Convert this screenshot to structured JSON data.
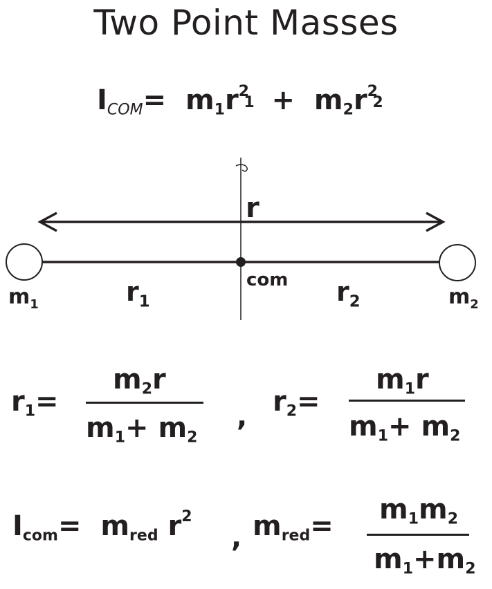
{
  "title": "Two Point Masses",
  "eq1": {
    "lhs": "I",
    "lhs_sub": "COM",
    "eq": "=",
    "t1": "m",
    "t1_sub": "1",
    "t1_r": "r",
    "t1_sup": "2",
    "t1_rsub": "1",
    "plus": "+",
    "t2": "m",
    "t2_sub": "2",
    "t2_r": "r",
    "t2_sup": "2",
    "t2_rsub": "2"
  },
  "diagram": {
    "r_label": "r",
    "com_label": "com",
    "m1": "m",
    "m1_sub": "1",
    "m2": "m",
    "m2_sub": "2",
    "r1": "r",
    "r1_sub": "1",
    "r2": "r",
    "r2_sub": "2"
  },
  "eq2": {
    "r1": "r",
    "r1_sub": "1",
    "eq": "=",
    "num1": "m",
    "num1_sub": "2",
    "num1_r": "r",
    "den1_a": "m",
    "den1_a_sub": "1",
    "den1_plus": "+",
    "den1_b": "m",
    "den1_b_sub": "2",
    "comma": ",",
    "r2": "r",
    "r2_sub": "2",
    "eq_b": "=",
    "num2": "m",
    "num2_sub": "1",
    "num2_r": "r",
    "den2_a": "m",
    "den2_a_sub": "1",
    "den2_plus": "+",
    "den2_b": "m",
    "den2_b_sub": "2"
  },
  "eq3": {
    "lhs": "I",
    "lhs_sub": "com",
    "eq": "=",
    "m": "m",
    "m_sub": "red",
    "r": "r",
    "r_sup": "2",
    "comma": ",",
    "m2": "m",
    "m2_sub": "red",
    "eq_b": "=",
    "num_a": "m",
    "num_a_sub": "1",
    "num_b": "m",
    "num_b_sub": "2",
    "den_a": "m",
    "den_a_sub": "1",
    "den_plus": "+",
    "den_b": "m",
    "den_b_sub": "2"
  }
}
